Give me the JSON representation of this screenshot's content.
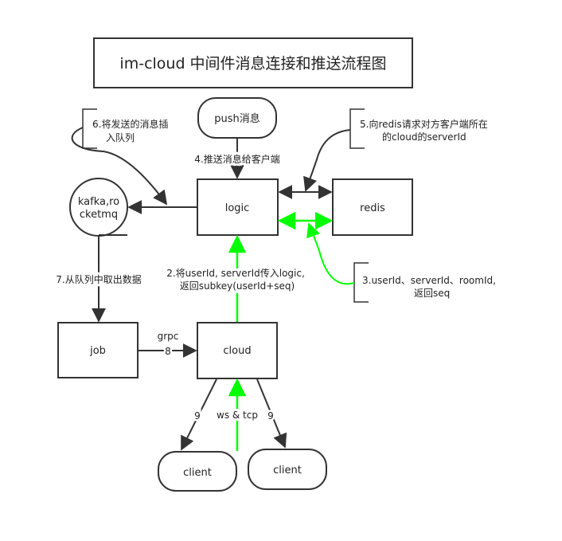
{
  "title": "im-cloud 中间件消息连接和推送流程图",
  "nodes": {
    "push": "push消息",
    "logic": "logic",
    "redis": "redis",
    "queue_line1": "kafka,ro",
    "queue_line2": "cketmq",
    "job": "job",
    "cloud": "cloud",
    "client_left": "client",
    "client_right": "client"
  },
  "notes": {
    "note6_line1": "6.将发送的消息插",
    "note6_line2": "入队列",
    "note5_line1": "5.向redis请求对方客户端所在",
    "note5_line2": "的cloud的serverId",
    "note3_line1": "3.userId、serverId、roomId,",
    "note3_line2": "返回seq"
  },
  "edge_labels": {
    "step4": "4.推送消息给客户端",
    "step2_line1": "2.将userId, serverId传入logic,",
    "step2_line2": "返回subkey(userId+seq)",
    "step7": "7.从队列中取出数据",
    "grpc": "grpc",
    "grpc_num": "8",
    "left_client_num": "9",
    "right_client_num": "9",
    "ws_tcp": "ws & tcp"
  },
  "colors": {
    "line": "#333333",
    "highlight": "#00ff00"
  }
}
